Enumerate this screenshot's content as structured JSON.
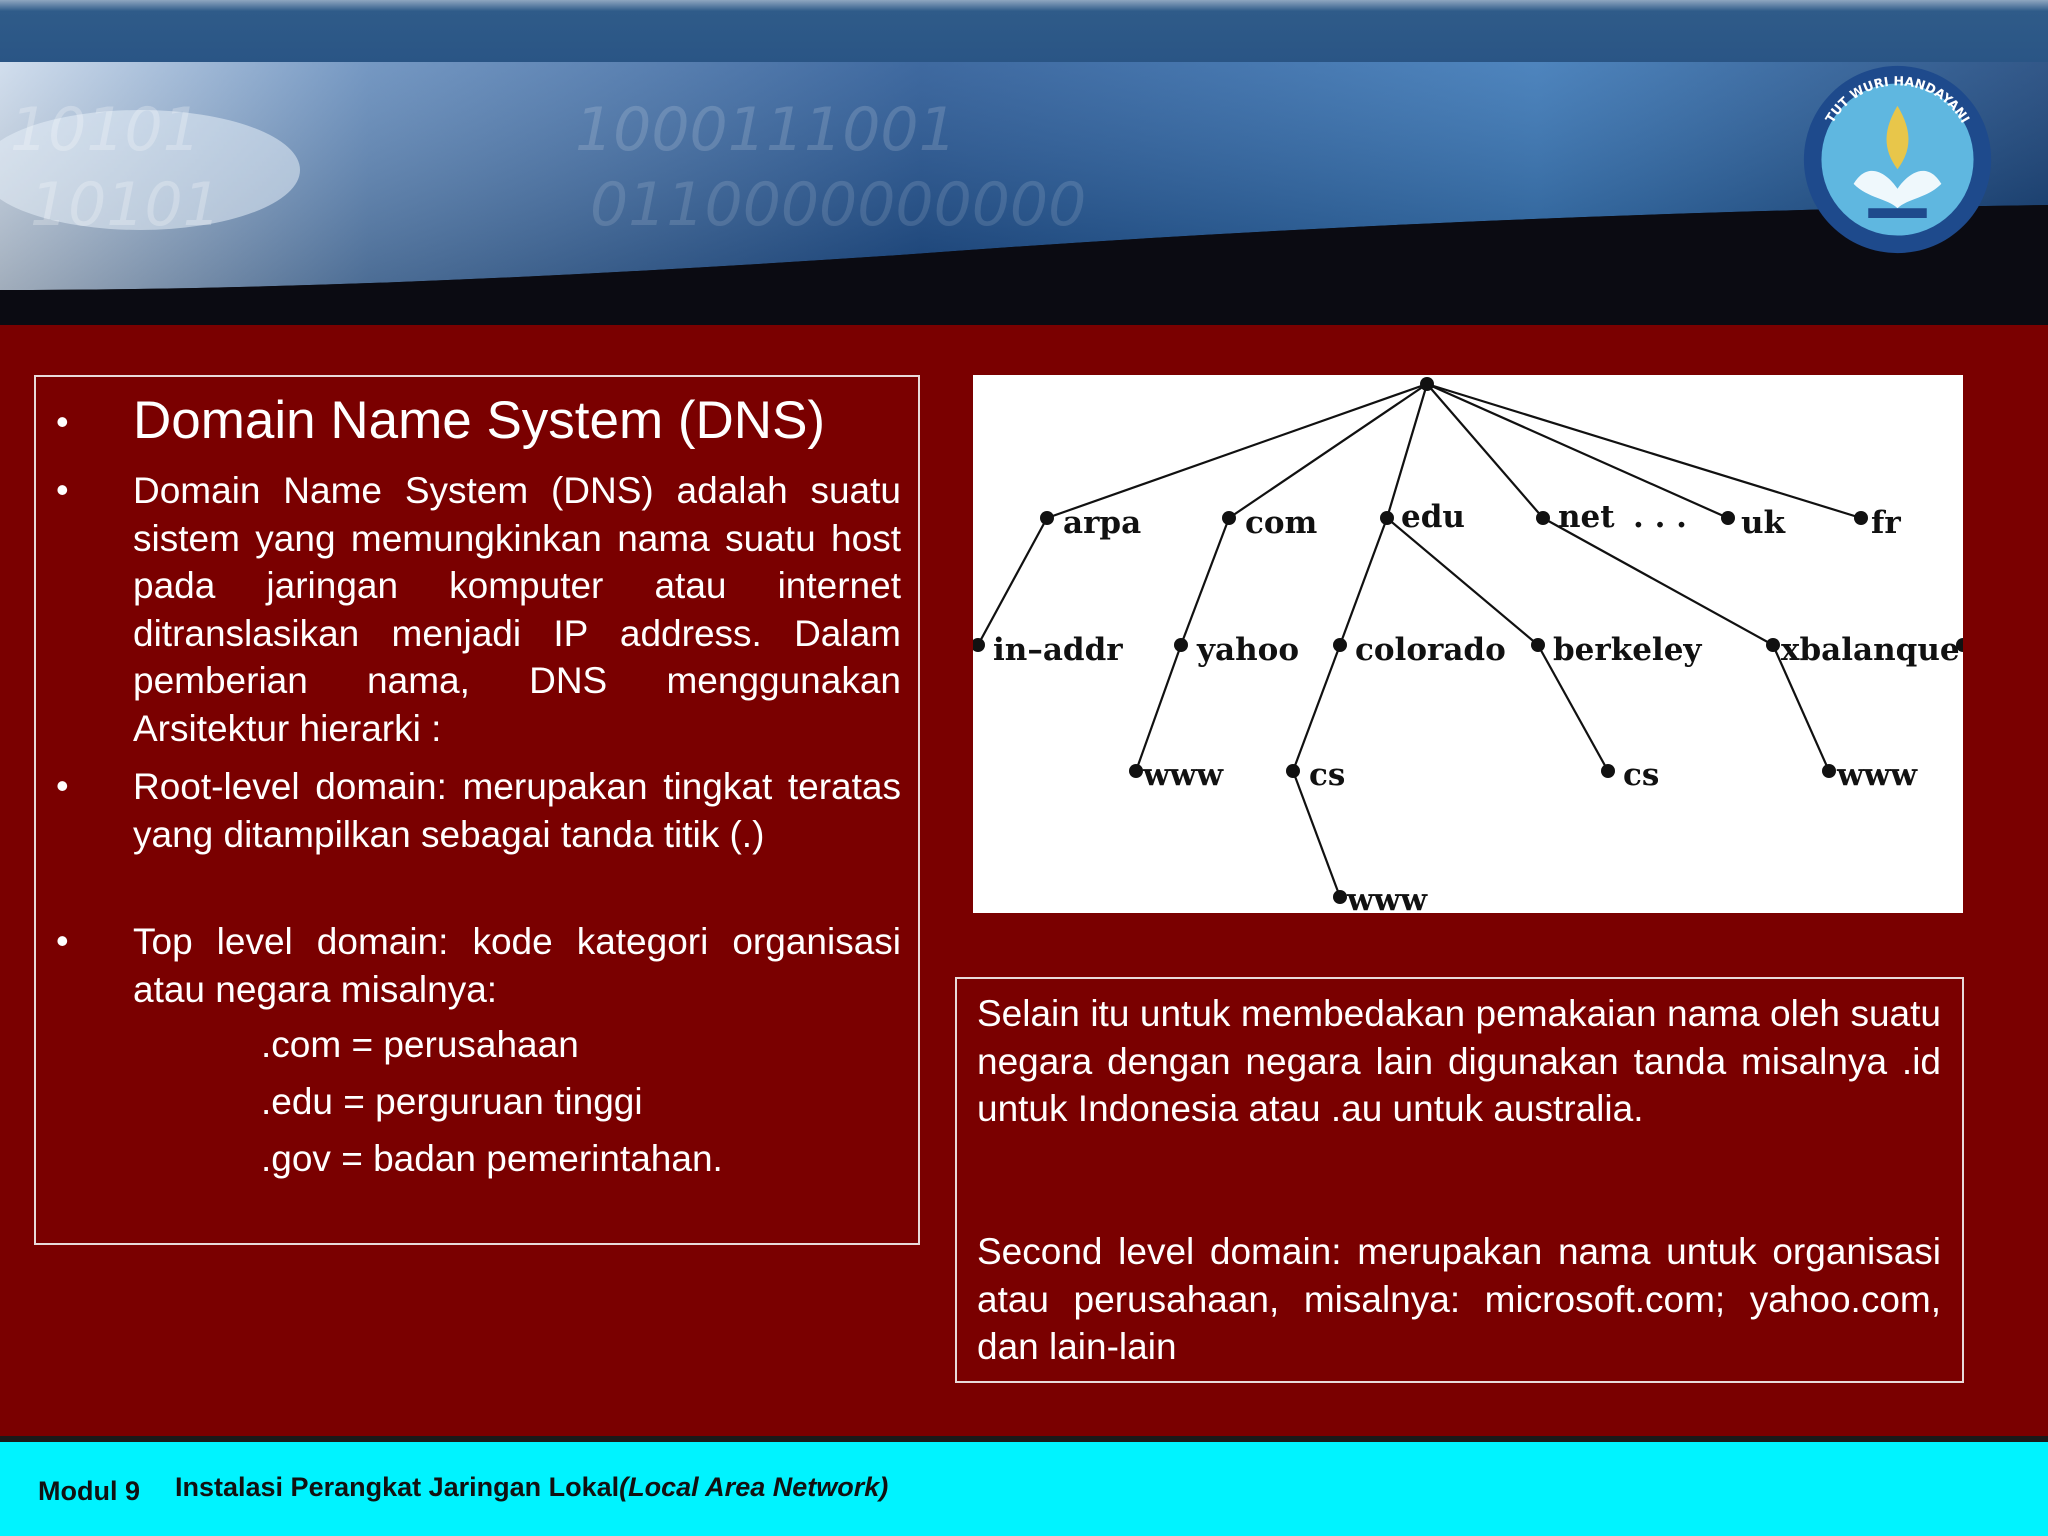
{
  "left_box": {
    "bullet": "•",
    "title": "Domain Name System (DNS)",
    "paragraph1": "Domain Name System (DNS) adalah suatu sistem yang memungkinkan nama suatu host pada jaringan komputer atau internet ditranslasikan menjadi IP address. Dalam pemberian nama, DNS menggunakan Arsitektur hierarki :",
    "paragraph2": "Root-level domain: merupakan tingkat teratas yang ditampilkan sebagai tanda titik (.)",
    "paragraph3": "Top level domain: kode kategori organisasi atau negara misalnya:",
    "examples": [
      ".com = perusahaan",
      ".edu = perguruan tinggi",
      ".gov = badan pemerintahan."
    ]
  },
  "tree": {
    "level1": [
      "arpa",
      "com",
      "edu",
      "net",
      ". . .",
      "uk",
      "fr"
    ],
    "level2": [
      "in–addr",
      "yahoo",
      "colorado",
      "berkeley",
      "xbalanque"
    ],
    "level3": [
      "www",
      "cs",
      "cs",
      "www"
    ],
    "level4": [
      "www"
    ]
  },
  "right_box": {
    "paragraph1": "Selain itu untuk membedakan pemakaian nama oleh suatu negara dengan negara lain digunakan tanda misalnya .id untuk Indonesia atau .au untuk australia.",
    "paragraph2": "Second level domain: merupakan nama untuk organisasi atau perusahaan, misalnya: microsoft.com; yahoo.com, dan lain-lain"
  },
  "footer": {
    "module": "Modul 9",
    "course_title": "Instalasi Perangkat Jaringan Lokal",
    "course_subtitle": "(Local Area Network)"
  },
  "logo": {
    "text": "TUT WURI HANDAYANI",
    "colors": {
      "ring": "#1e4a8c",
      "inner": "#5fb7e0",
      "accent": "#e8c64a"
    }
  }
}
